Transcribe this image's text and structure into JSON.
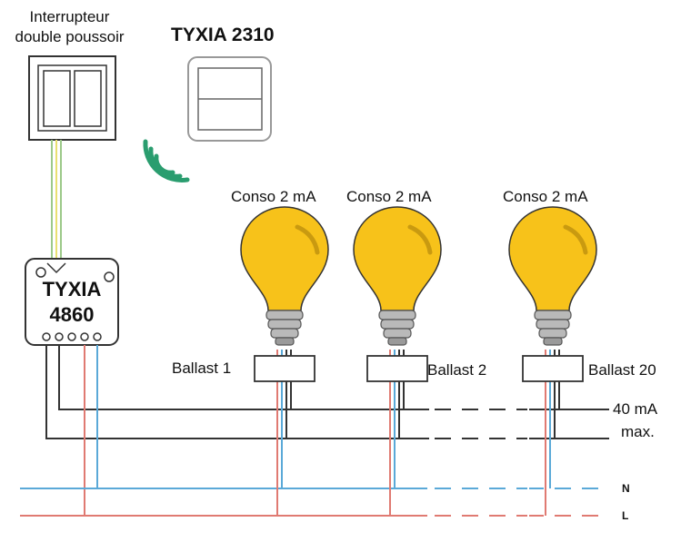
{
  "labels": {
    "switch_title_line1": "Interrupteur",
    "switch_title_line2": "double poussoir",
    "tyxia2310": "TYXIA 2310",
    "tyxia4860_line1": "TYXIA",
    "tyxia4860_line2": "4860",
    "conso_1": "Conso 2 mA",
    "conso_2": "Conso 2 mA",
    "conso_3": "Conso 2 mA",
    "ballast_1": "Ballast 1",
    "ballast_2": "Ballast 2",
    "ballast_3": "Ballast 20",
    "current_line1": "40 mA",
    "current_line2": "max.",
    "neutral": "N",
    "live": "L"
  },
  "colors": {
    "neutral_wire": "#5aa9d8",
    "live_wire": "#e07a72",
    "control_wire": "#333333",
    "bulb": "#f7c21a",
    "bulb_shade": "#c99a10",
    "socket": "#b9b9b9",
    "signal": "#2a9d6f",
    "switch_wire_yellow": "#e8e070",
    "switch_wire_green": "#9cc98a"
  }
}
